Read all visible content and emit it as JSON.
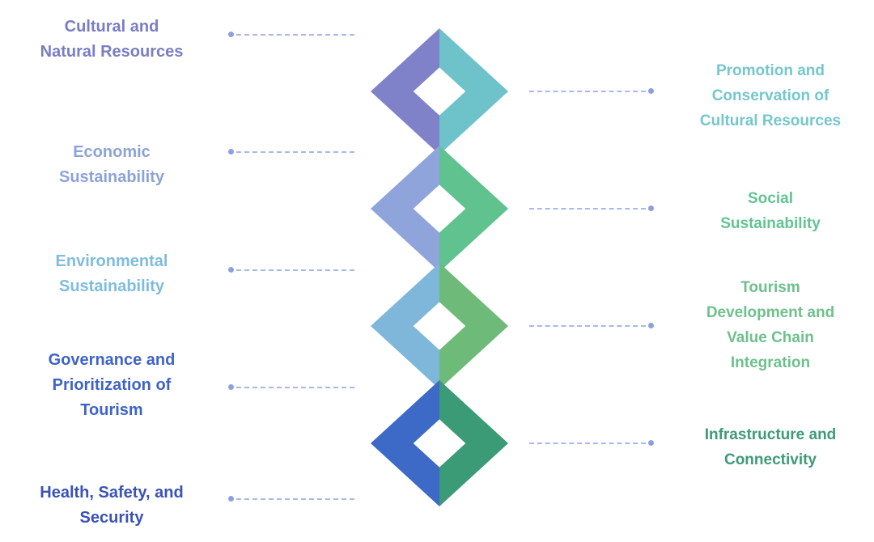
{
  "diagram": {
    "background_color": "#ffffff",
    "left_items": [
      {
        "label": "Cultural and\nNatural Resources",
        "color": "#797dc5"
      },
      {
        "label": "Economic\nSustainability",
        "color": "#8ba3da"
      },
      {
        "label": "Environmental\nSustainability",
        "color": "#7fbcdf"
      },
      {
        "label": "Governance and\nPrioritization of\nTourism",
        "color": "#3f63c8"
      },
      {
        "label": "Health, Safety, and\nSecurity",
        "color": "#3a52b9"
      }
    ],
    "right_items": [
      {
        "label": "Promotion and\nConservation of\nCultural Resources",
        "color": "#74c7cd"
      },
      {
        "label": "Social\nSustainability",
        "color": "#62c492"
      },
      {
        "label": "Tourism\nDevelopment and\nValue Chain\nIntegration",
        "color": "#6ec18c"
      },
      {
        "label": "Infrastructure and\nConnectivity",
        "color": "#3d9b77"
      }
    ],
    "chain_links": [
      {
        "left_color": "#7f82c8",
        "right_color": "#6ec2ca"
      },
      {
        "left_color": "#8ea4da",
        "right_color": "#5fc28f"
      },
      {
        "left_color": "#7eb7da",
        "right_color": "#6eba79"
      },
      {
        "left_color": "#3d6ac6",
        "right_color": "#3b9b76"
      }
    ],
    "connector": {
      "line_color": "#aab7e8",
      "dot_color": "#8d9fdf"
    }
  }
}
